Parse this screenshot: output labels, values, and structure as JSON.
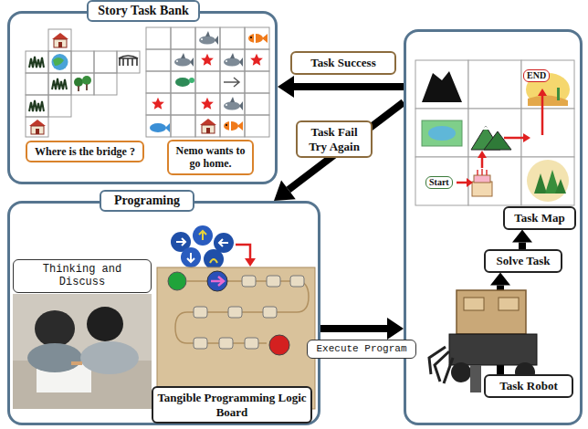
{
  "diagram": {
    "nodes": [
      {
        "text": [
          "Story Task Bank"
        ]
      },
      {
        "text": [
          "Where is the bridge ?"
        ],
        "in": 0
      },
      {
        "text": [
          "Nemo wants to go home."
        ],
        "in": 0
      },
      {
        "text": [
          "Programing"
        ]
      },
      {
        "text": [
          "Thinking and Discuss"
        ],
        "in": 3
      },
      {
        "text": [
          "Tangible Programming Logic Board"
        ],
        "in": 3
      },
      {
        "text": []
      },
      {
        "text": [
          "Task Map"
        ],
        "in": 6
      },
      {
        "text": [
          "Solve Task"
        ],
        "in": 6
      },
      {
        "text": [
          "Task Robot"
        ],
        "in": 6
      }
    ],
    "edges": [
      {
        "from": 6,
        "to": 0,
        "arrow": "to",
        "label": "Task Success"
      },
      {
        "from": 6,
        "to": 3,
        "arrow": "to",
        "label": "Task Fail Try Again"
      },
      {
        "from": 3,
        "to": 6,
        "arrow": "to",
        "label": "Execute Program"
      },
      {
        "from": 9,
        "to": 8,
        "arrow": "to"
      },
      {
        "from": 8,
        "to": 7,
        "arrow": "to"
      }
    ],
    "labels": [
      "Start",
      "END"
    ]
  }
}
